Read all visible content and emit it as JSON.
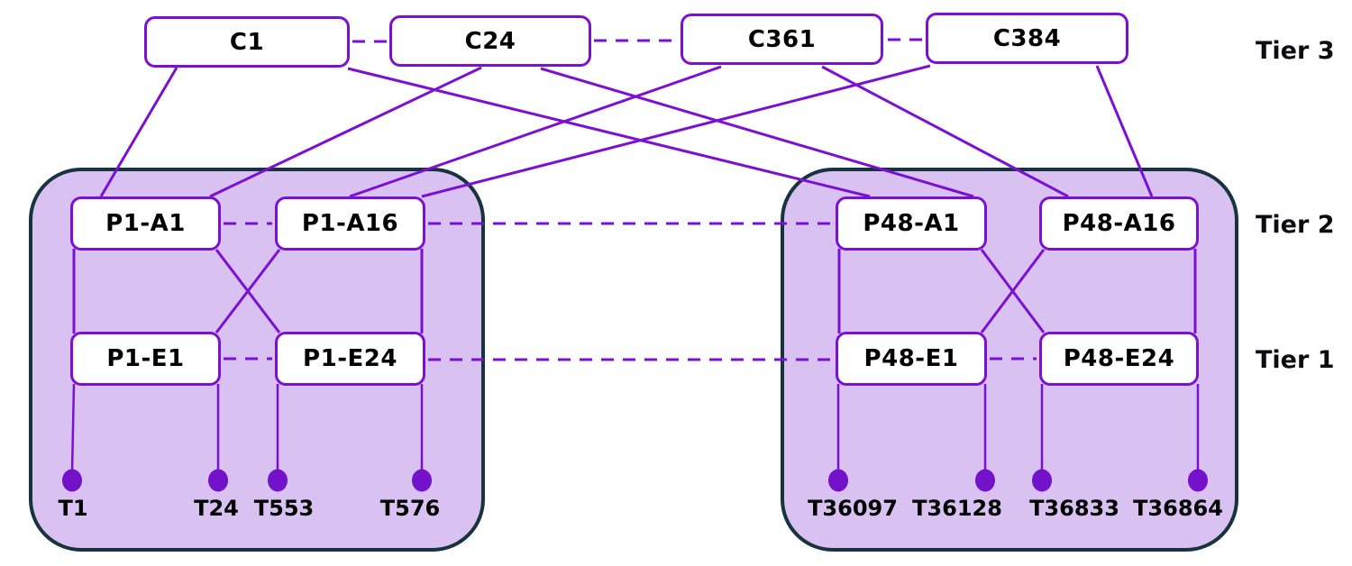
{
  "tiers": [
    {
      "id": "tier3",
      "label": "Tier 3"
    },
    {
      "id": "tier2",
      "label": "Tier 2"
    },
    {
      "id": "tier1",
      "label": "Tier 1"
    }
  ],
  "core_switches": [
    {
      "id": "C1",
      "label": "C1"
    },
    {
      "id": "C24",
      "label": "C24"
    },
    {
      "id": "C361",
      "label": "C361"
    },
    {
      "id": "C384",
      "label": "C384"
    }
  ],
  "pods": [
    {
      "id": "pod-1",
      "aggregation_switches": [
        {
          "id": "P1-A1",
          "label": "P1-A1"
        },
        {
          "id": "P1-A16",
          "label": "P1-A16"
        }
      ],
      "edge_switches": [
        {
          "id": "P1-E1",
          "label": "P1-E1"
        },
        {
          "id": "P1-E24",
          "label": "P1-E24"
        }
      ],
      "terminals": [
        {
          "id": "T1",
          "label": "T1"
        },
        {
          "id": "T24",
          "label": "T24"
        },
        {
          "id": "T553",
          "label": "T553"
        },
        {
          "id": "T576",
          "label": "T576"
        }
      ]
    },
    {
      "id": "pod-48",
      "aggregation_switches": [
        {
          "id": "P48-A1",
          "label": "P48-A1"
        },
        {
          "id": "P48-A16",
          "label": "P48-A16"
        }
      ],
      "edge_switches": [
        {
          "id": "P48-E1",
          "label": "P48-E1"
        },
        {
          "id": "P48-E24",
          "label": "P48-E24"
        }
      ],
      "terminals": [
        {
          "id": "T36097",
          "label": "T36097"
        },
        {
          "id": "T36128",
          "label": "T36128"
        },
        {
          "id": "T36833",
          "label": "T36833"
        },
        {
          "id": "T36864",
          "label": "T36864"
        }
      ]
    }
  ],
  "links": {
    "solid": [
      [
        "C1",
        "P1-A1"
      ],
      [
        "C24",
        "P1-A1"
      ],
      [
        "C361",
        "P1-A16"
      ],
      [
        "C384",
        "P1-A16"
      ],
      [
        "C1",
        "P48-A1"
      ],
      [
        "C24",
        "P48-A1"
      ],
      [
        "C361",
        "P48-A16"
      ],
      [
        "C384",
        "P48-A16"
      ],
      [
        "P1-A1",
        "P1-E1"
      ],
      [
        "P1-A16",
        "P1-E24"
      ],
      [
        "P1-A1",
        "P1-E24"
      ],
      [
        "P1-A16",
        "P1-E1"
      ],
      [
        "P48-A1",
        "P48-E1"
      ],
      [
        "P48-A16",
        "P48-E24"
      ],
      [
        "P48-A1",
        "P48-E24"
      ],
      [
        "P48-A16",
        "P48-E1"
      ],
      [
        "P1-E1",
        "T1"
      ],
      [
        "P1-E1",
        "T24"
      ],
      [
        "P1-E24",
        "T553"
      ],
      [
        "P1-E24",
        "T576"
      ],
      [
        "P48-E1",
        "T36097"
      ],
      [
        "P48-E1",
        "T36128"
      ],
      [
        "P48-E24",
        "T36833"
      ],
      [
        "P48-E24",
        "T36864"
      ]
    ],
    "dashed": [
      [
        "C1",
        "C24"
      ],
      [
        "C24",
        "C361"
      ],
      [
        "C361",
        "C384"
      ],
      [
        "P1-A1",
        "P1-A16"
      ],
      [
        "P1-A16",
        "P48-A1"
      ],
      [
        "P1-E1",
        "P1-E24"
      ],
      [
        "P1-E24",
        "P48-E1"
      ],
      [
        "P48-E1",
        "P48-E24"
      ]
    ]
  },
  "colors": {
    "link": "#7b10d4",
    "terminal_dot": "#7412cb",
    "pod_fill": "#d9c2f1",
    "pod_border": "#17333f",
    "node_fill": "#ffffff",
    "text": "#000000"
  }
}
